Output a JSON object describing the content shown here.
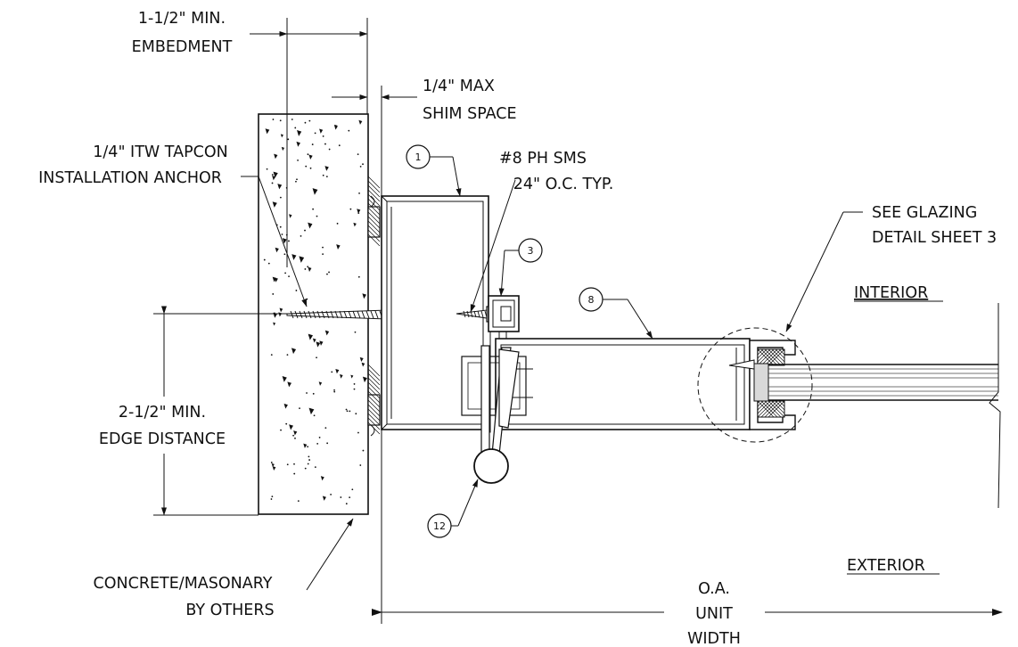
{
  "labels": {
    "embedment_l1": "1-1/2\" MIN.",
    "embedment_l2": "EMBEDMENT",
    "shim_l1": "1/4\" MAX",
    "shim_l2": "SHIM SPACE",
    "anchor_l1": "1/4\" ITW TAPCON",
    "anchor_l2": "INSTALLATION ANCHOR",
    "sms_l1": "#8 PH SMS",
    "sms_l2": "24\" O.C. TYP.",
    "glazing_l1": "SEE GLAZING",
    "glazing_l2": "DETAIL SHEET 3",
    "interior": "INTERIOR",
    "exterior": "EXTERIOR",
    "edge_l1": "2-1/2\" MIN.",
    "edge_l2": "EDGE DISTANCE",
    "concrete_l1": "CONCRETE/MASONARY",
    "concrete_l2": "BY OTHERS",
    "oa_l1": "O.A.",
    "oa_l2": "UNIT",
    "oa_l3": "WIDTH"
  },
  "bubbles": {
    "b1": "1",
    "b3": "3",
    "b8": "8",
    "b12": "12"
  }
}
